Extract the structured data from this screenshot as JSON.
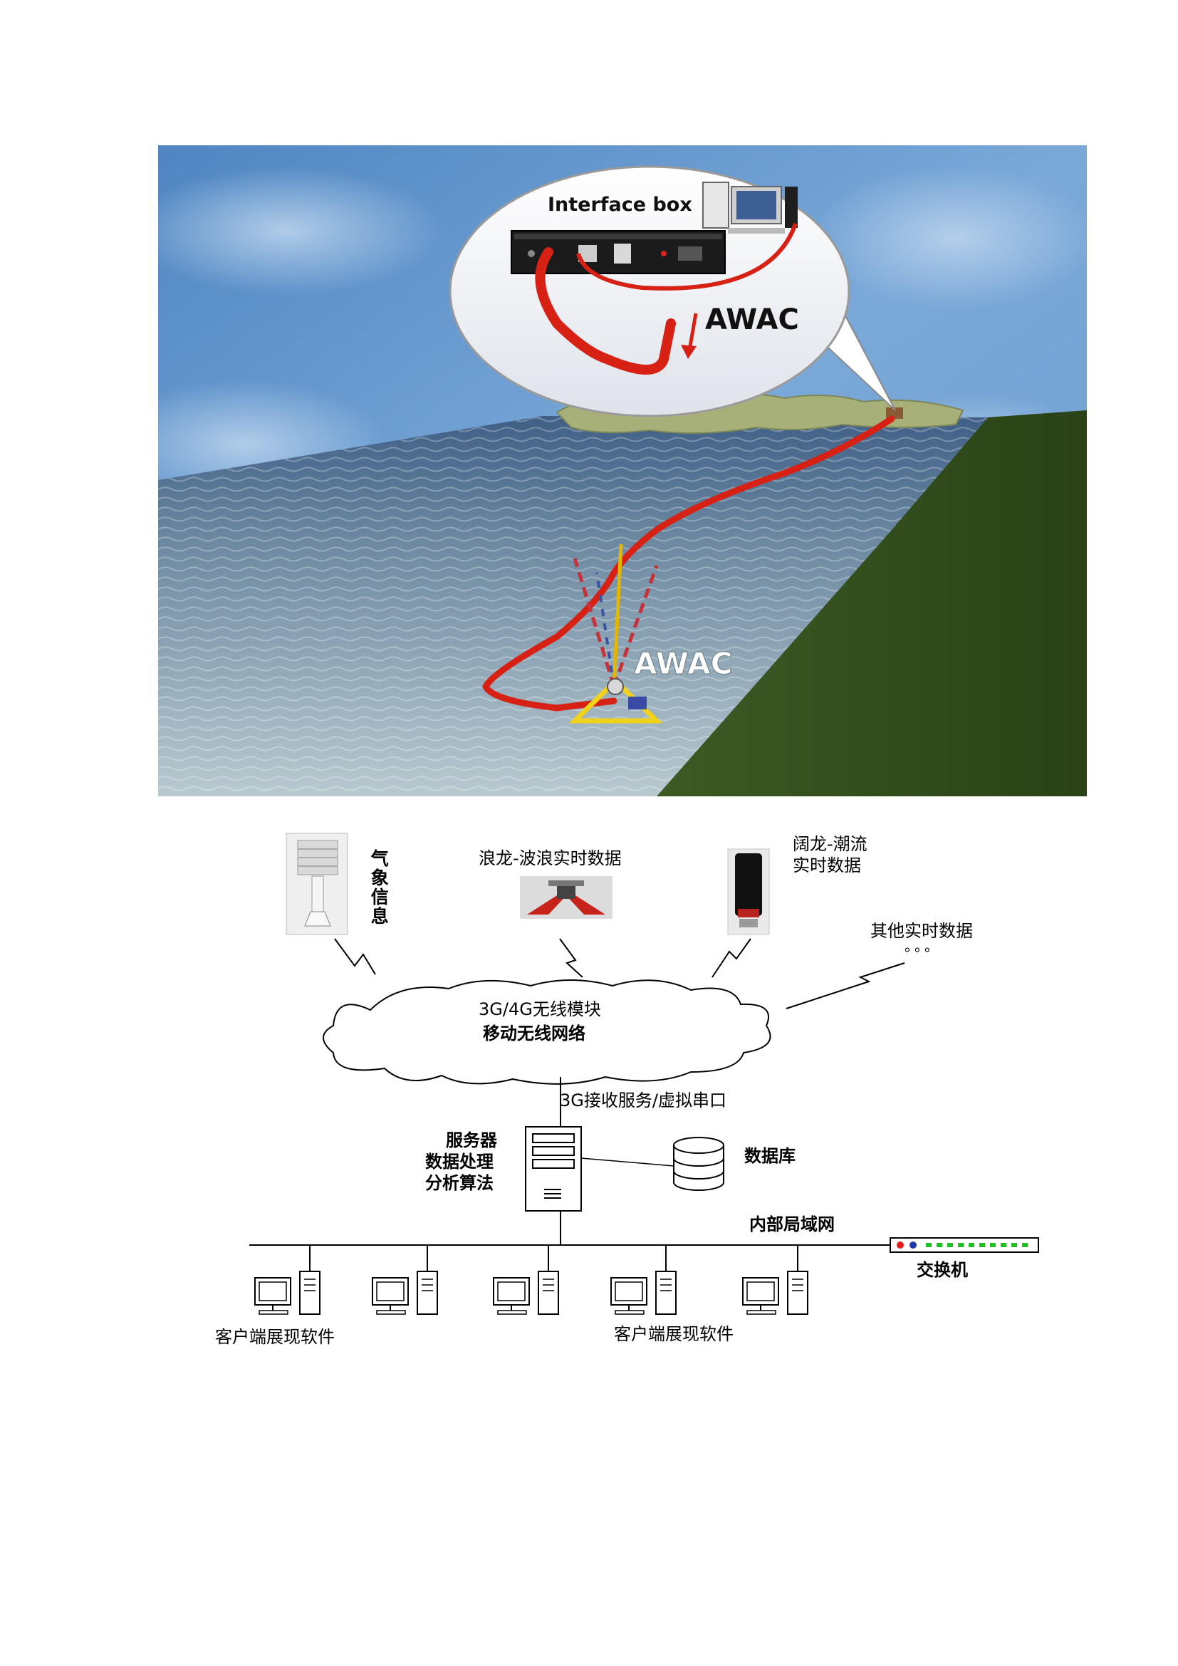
{
  "illustration": {
    "interface_label": "Interface box",
    "awac_bubble_label": "AWAC",
    "awac_seabed_label": "AWAC"
  },
  "network": {
    "weather_label": "气象信息",
    "wave_label": "浪龙-波浪实时数据",
    "current_label_line1": "阔龙-潮流",
    "current_label_line2": "实时数据",
    "other_label": "其他实时数据",
    "other_dots": "。。。",
    "cloud_line1": "3G/4G无线模块",
    "cloud_line2": "移动无线网络",
    "receive_label": "3G接收服务/虚拟串口",
    "server_line1": "服务器",
    "server_line2": "数据处理",
    "server_line3": "分析算法",
    "database_label": "数据库",
    "lan_label": "内部局域网",
    "switch_label": "交换机",
    "client_label_left": "客户端展现软件",
    "client_label_right": "客户端展现软件"
  }
}
